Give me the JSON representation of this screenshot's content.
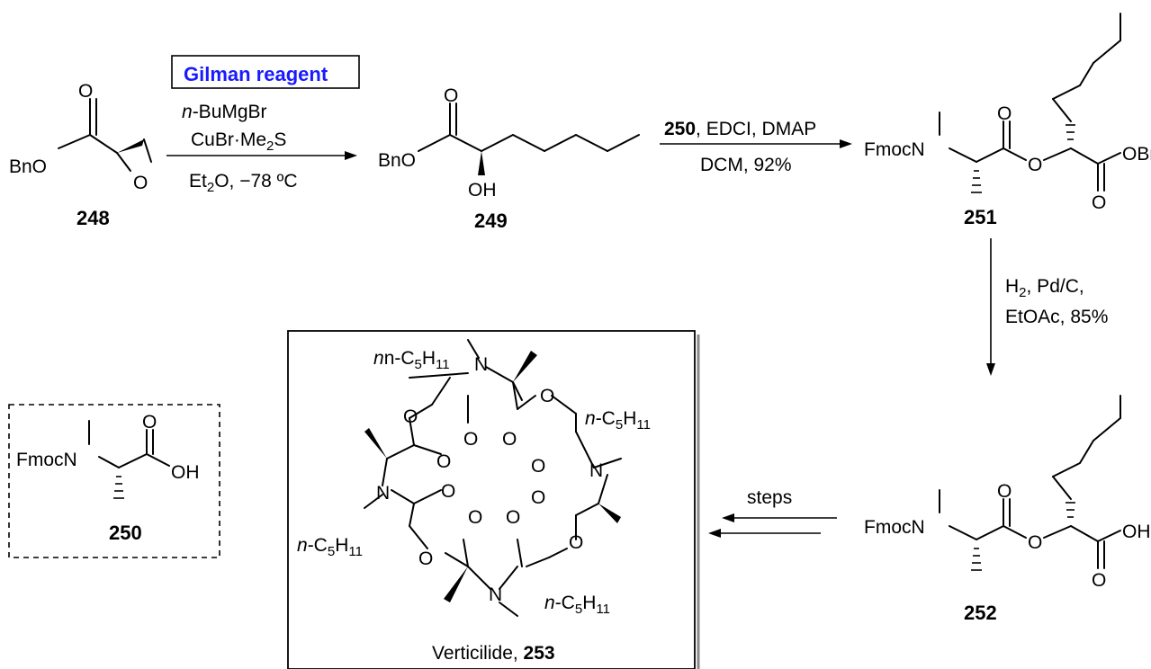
{
  "compounds": {
    "c248": "248",
    "c249": "249",
    "c250": "250",
    "c251": "251",
    "c252": "252",
    "c253": "253"
  },
  "atoms": {
    "bno": "BnO",
    "o": "O",
    "oh": "OH",
    "obn": "OBn",
    "fmocn": "FmocN",
    "n": "N",
    "nc5": "n-C",
    "c5sub": "5",
    "h": "H",
    "h11sub": "11"
  },
  "step1": {
    "box_label": "Gilman reagent",
    "reagent_a_prefix": "n",
    "reagent_a_rest": "-BuMgBr",
    "reagent_b": "CuBr·Me",
    "reagent_b_sub": "2",
    "reagent_b_tail": "S",
    "conditions_a": "Et",
    "conditions_sub": "2",
    "conditions_b": "O, −78 ºC"
  },
  "step2": {
    "reagent_bold": "250",
    "reagent_rest": ", EDCI, DMAP",
    "conditions": "DCM, 92%"
  },
  "step3": {
    "reagent_a": "H",
    "reagent_a_sub": "2",
    "reagent_a_tail": ", Pd/C,",
    "conditions": "EtOAc, 85%"
  },
  "step4": {
    "label": "steps"
  },
  "product": {
    "name": "Verticilide, ",
    "number": "253"
  }
}
